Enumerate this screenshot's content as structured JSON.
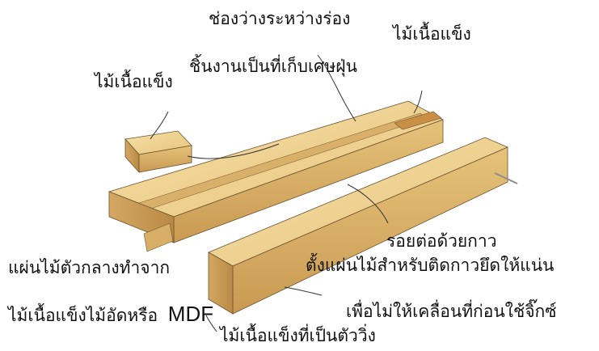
{
  "labels": {
    "groove_gap": "ช่องว่างระหว่างร่อง",
    "hardwood_right": "ไม้เนื้อแข็ง",
    "hardwood_left": "ไม้เนื้อแข็ง",
    "dust_channel": "ชิ้นงานเป็นที่เก็บเศษฝุ่น",
    "glue_joint": "รอยต่อด้วยกาว",
    "clamp_tip": "ตั้งแผ่นไม้สำหรับติดกาวยึดให้แน่น",
    "center_panel_1": "แผ่นไม้ตัวกลางทำจาก",
    "center_panel_2": "ไม้เนื้อแข็งไม้อัดหรือ",
    "center_panel_mdf": "MDF",
    "prevent_move": "เพื่อไม่ให้เคลื่อนที่ก่อนใช้จิ๊กซ์",
    "runner_hardwood": "ไม้เนื้อแข็งที่เป็นตัววิ่ง"
  },
  "colors": {
    "wood_light": "#f1d796",
    "wood_mid": "#e6c27a",
    "wood_dark": "#c99a52",
    "wood_shadow": "#a87a3c",
    "line": "#6b5230"
  }
}
